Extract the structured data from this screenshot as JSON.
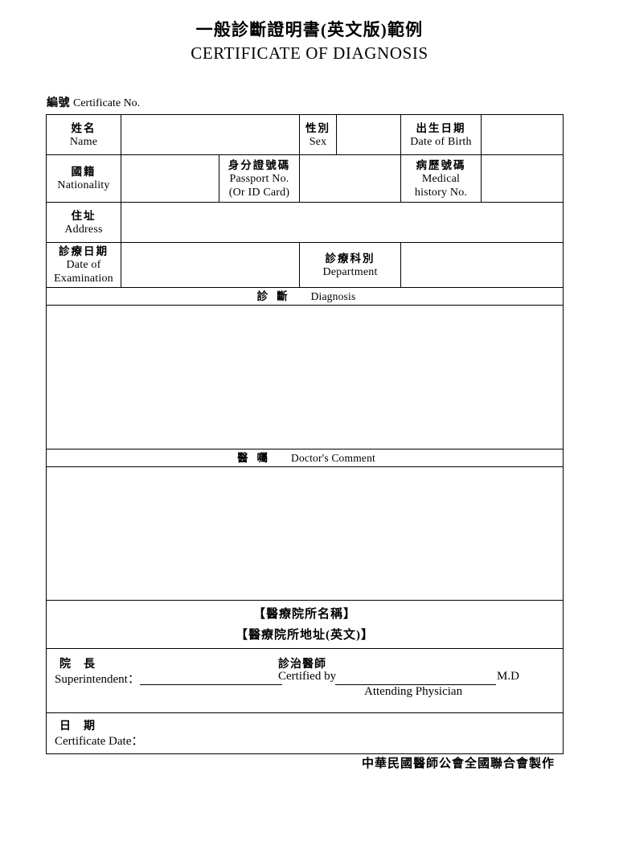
{
  "document": {
    "title_cn": "一般診斷證明書(英文版)範例",
    "title_en": "CERTIFICATE OF DIAGNOSIS",
    "cert_no_cn": "編號",
    "cert_no_en": "Certificate No."
  },
  "fields": {
    "name": {
      "cn": "姓名",
      "en": "Name",
      "value": ""
    },
    "sex": {
      "cn": "性別",
      "en": "Sex",
      "value": ""
    },
    "date_of_birth": {
      "cn": "出生日期",
      "en": "Date of Birth",
      "value": ""
    },
    "nationality": {
      "cn": "國籍",
      "en": "Nationality",
      "value": ""
    },
    "passport_no": {
      "cn": "身分證號碼",
      "en": "Passport No.",
      "en2": "(Or ID Card)",
      "value": ""
    },
    "medical_history_no": {
      "cn": "病歷號碼",
      "en": "Medical",
      "en2": "history No.",
      "value": ""
    },
    "address": {
      "cn": "住址",
      "en": "Address",
      "value": ""
    },
    "date_of_examination": {
      "cn": "診療日期",
      "en": "Date of",
      "en2": "Examination",
      "value": ""
    },
    "department": {
      "cn": "診療科別",
      "en": "Department",
      "value": ""
    }
  },
  "sections": {
    "diagnosis": {
      "cn": "診斷",
      "en": "Diagnosis",
      "content": ""
    },
    "doctors_comment": {
      "cn": "醫囑",
      "en": "Doctor's Comment",
      "content": ""
    }
  },
  "hospital": {
    "name_placeholder": "【醫療院所名稱】",
    "address_placeholder": "【醫療院所地址(英文)】"
  },
  "signature": {
    "superintendent_cn": "院長",
    "superintendent_en": "Superintendent：",
    "superintendent_value": "",
    "certified_by_cn": "診治醫師",
    "certified_by_en": "Certified by",
    "certified_by_value": "",
    "md_suffix": "M.D",
    "attending_physician": "Attending Physician"
  },
  "date": {
    "cn": "日期",
    "en": "Certificate Date：",
    "value": ""
  },
  "footer": {
    "text": "中華民國醫師公會全國聯合會製作"
  },
  "colors": {
    "text": "#000000",
    "background": "#ffffff",
    "border": "#000000"
  }
}
